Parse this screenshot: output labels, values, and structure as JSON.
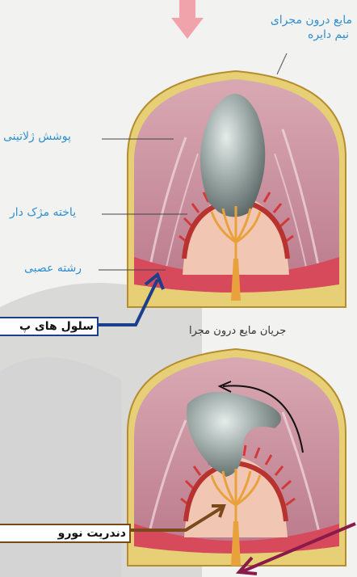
{
  "labels": {
    "top_fluid_line1": "مایع درون مجرای",
    "top_fluid_line2": "نیم دایره",
    "gelatinous_cover": "پوشش ژلاتینی",
    "ciliated_cell": "یاخته مژک دار",
    "nerve_fiber": "رشته عصبی",
    "fluid_flow": "جریان مایع درون مجرا"
  },
  "annotations": {
    "box1_text": "سلول های پ",
    "box2_text": "دندریت نورو",
    "box1_border_color": "#1b3f8a",
    "box2_border_color": "#7a4a1c",
    "arrow_blue_color": "#1b3f8a",
    "arrow_brown_color": "#7a4a1c",
    "arrow_maroon_color": "#8a1a4a"
  },
  "colors": {
    "label_blue": "#2f8fcf",
    "top_arrow": "#f0a3aa",
    "tissue": "#c98d9c",
    "cupula": "#8a9896",
    "hair_cells": "#d23a3a",
    "nerve": "#e9a23b",
    "outer_band": "#e7cf76"
  }
}
